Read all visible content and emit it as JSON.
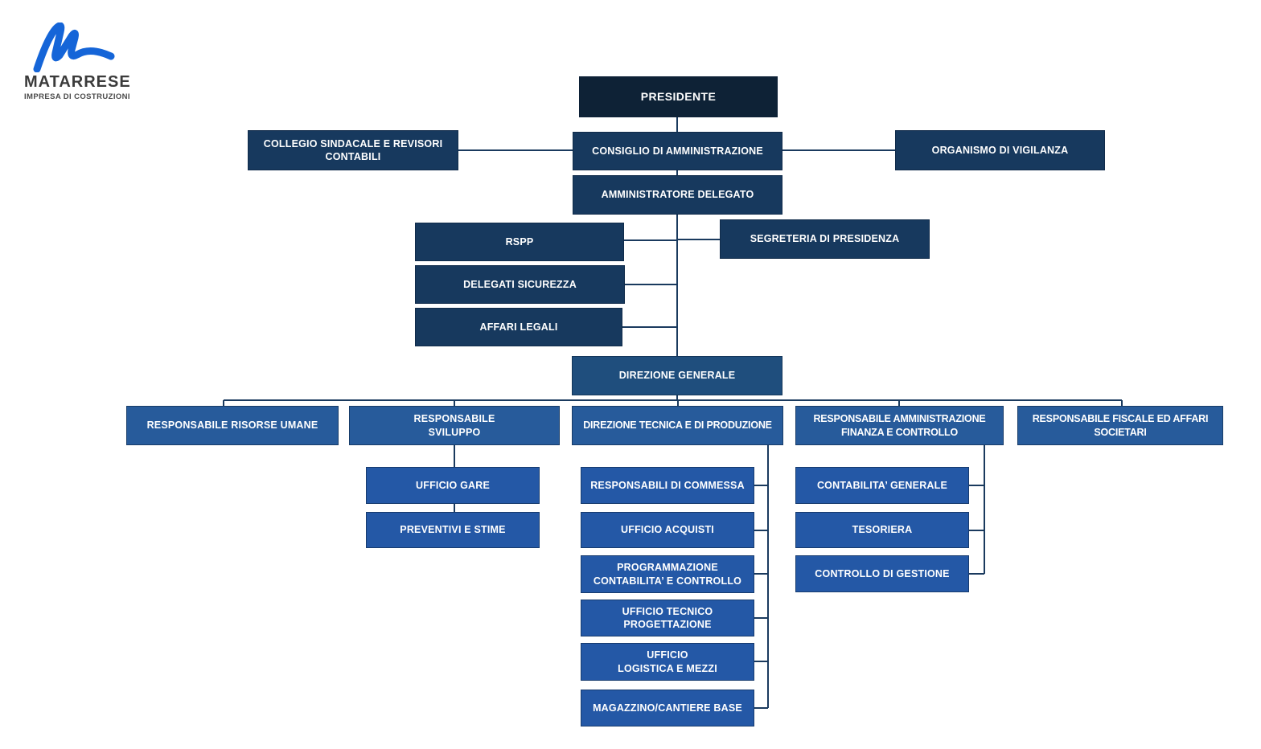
{
  "logo": {
    "company": "MATARRESE",
    "tagline": "IMPRESA DI COSTRUZIONI"
  },
  "colors": {
    "level0": "#0e2236",
    "level1": "#17395e",
    "level2": "#1f4e7d",
    "level3": "#275b9b",
    "level4": "#2458a6",
    "line": "#1a3a5e",
    "logo_blue": "#1565d8"
  },
  "nodes": {
    "presidente": "PRESIDENTE",
    "collegio": "COLLEGIO SINDACALE E REVISORI\nCONTABILI",
    "consiglio": "CONSIGLIO DI AMMINISTRAZIONE",
    "organismo": "ORGANISMO DI VIGILANZA",
    "amministratore": "AMMINISTRATORE DELEGATO",
    "rspp": "RSPP",
    "segreteria": "SEGRETERIA DI PRESIDENZA",
    "delegati": "DELEGATI SICUREZZA",
    "affari": "AFFARI LEGALI",
    "direzione_generale": "DIREZIONE GENERALE",
    "risorse_umane": "RESPONSABILE RISORSE UMANE",
    "sviluppo": "RESPONSABILE\nSVILUPPO",
    "tecnica": "DIREZIONE TECNICA E DI PRODUZIONE",
    "amministrazione": "RESPONSABILE AMMINISTRAZIONE\nFINANZA E CONTROLLO",
    "fiscale": "RESPONSABILE FISCALE ED AFFARI\nSOCIETARI",
    "gare": "UFFICIO GARE",
    "preventivi": "PREVENTIVI E STIME",
    "commessa": "RESPONSABILI DI COMMESSA",
    "acquisti": "UFFICIO ACQUISTI",
    "programmazione": "PROGRAMMAZIONE\nCONTABILITA’ E CONTROLLO",
    "ufficio_tecnico": "UFFICIO TECNICO\nPROGETTAZIONE",
    "logistica": "UFFICIO\nLOGISTICA E MEZZI",
    "magazzino": "MAGAZZINO/CANTIERE BASE",
    "contabilita": "CONTABILITA’ GENERALE",
    "tesoriera": "TESORIERA",
    "controllo": "CONTROLLO DI GESTIONE"
  }
}
